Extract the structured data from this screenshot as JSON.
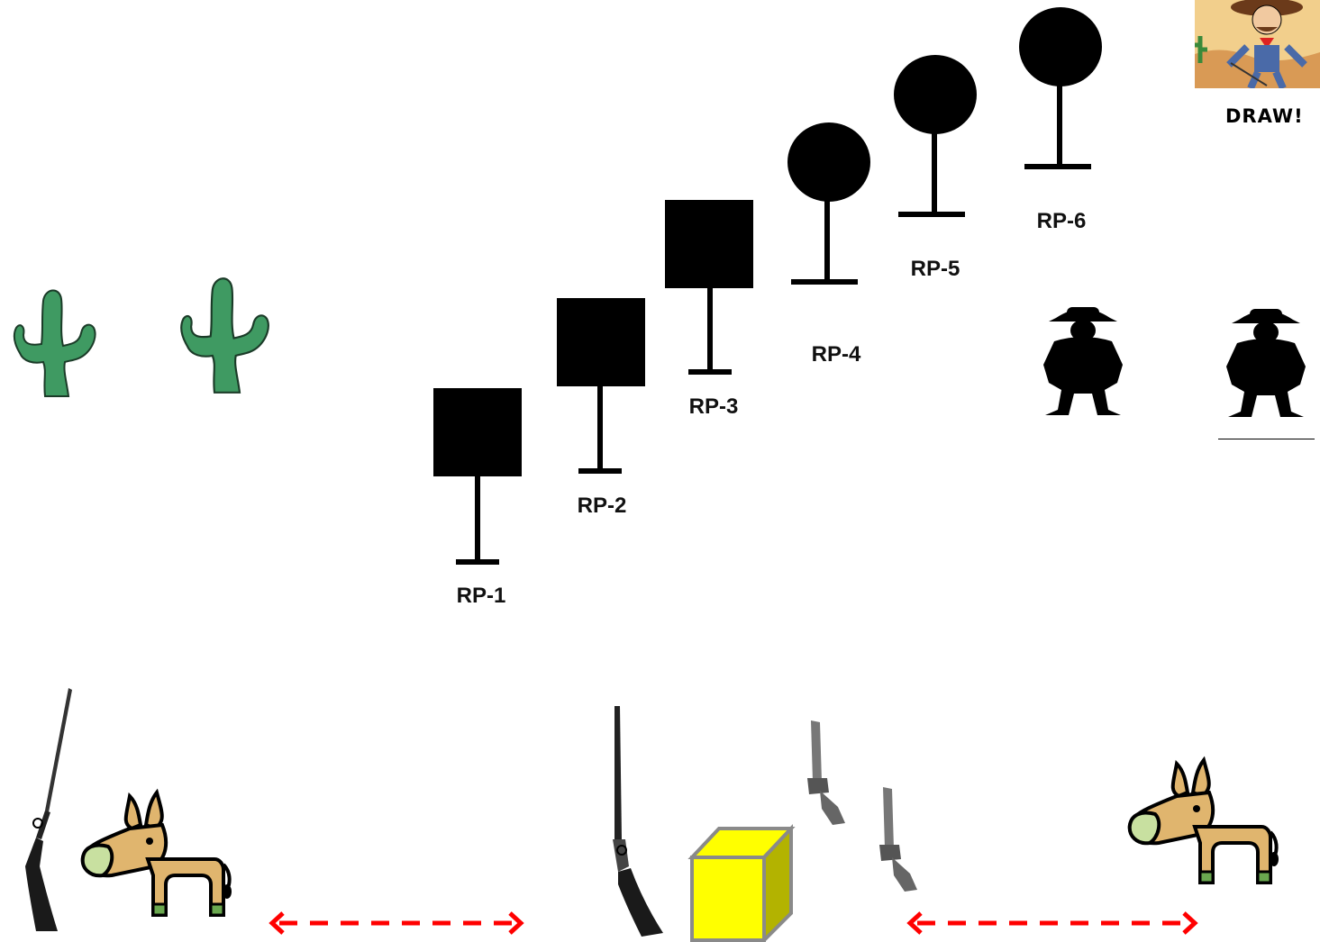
{
  "badge": {
    "label": "DRAW!"
  },
  "targets": [
    {
      "label": "RP-1",
      "shape": "square"
    },
    {
      "label": "RP-2",
      "shape": "square"
    },
    {
      "label": "RP-3",
      "shape": "square"
    },
    {
      "label": "RP-4",
      "shape": "circle"
    },
    {
      "label": "RP-5",
      "shape": "circle"
    },
    {
      "label": "RP-6",
      "shape": "circle"
    }
  ],
  "colors": {
    "target": "#000000",
    "cactus": "#3f9a62",
    "donkey": "#e0b56e",
    "donkey_muzzle": "#c8e0a0",
    "arrow": "#ff0000",
    "ammo_box": "#ffff00",
    "ammo_box_edge": "#8a8a8a"
  },
  "icons": [
    "cactus-icon",
    "cowboy-cartoon-icon",
    "bandit-silhouette-icon",
    "shotgun-icon",
    "rifle-icon",
    "revolver-icon",
    "donkey-icon",
    "ammo-box-icon",
    "dashed-arrow-icon"
  ]
}
